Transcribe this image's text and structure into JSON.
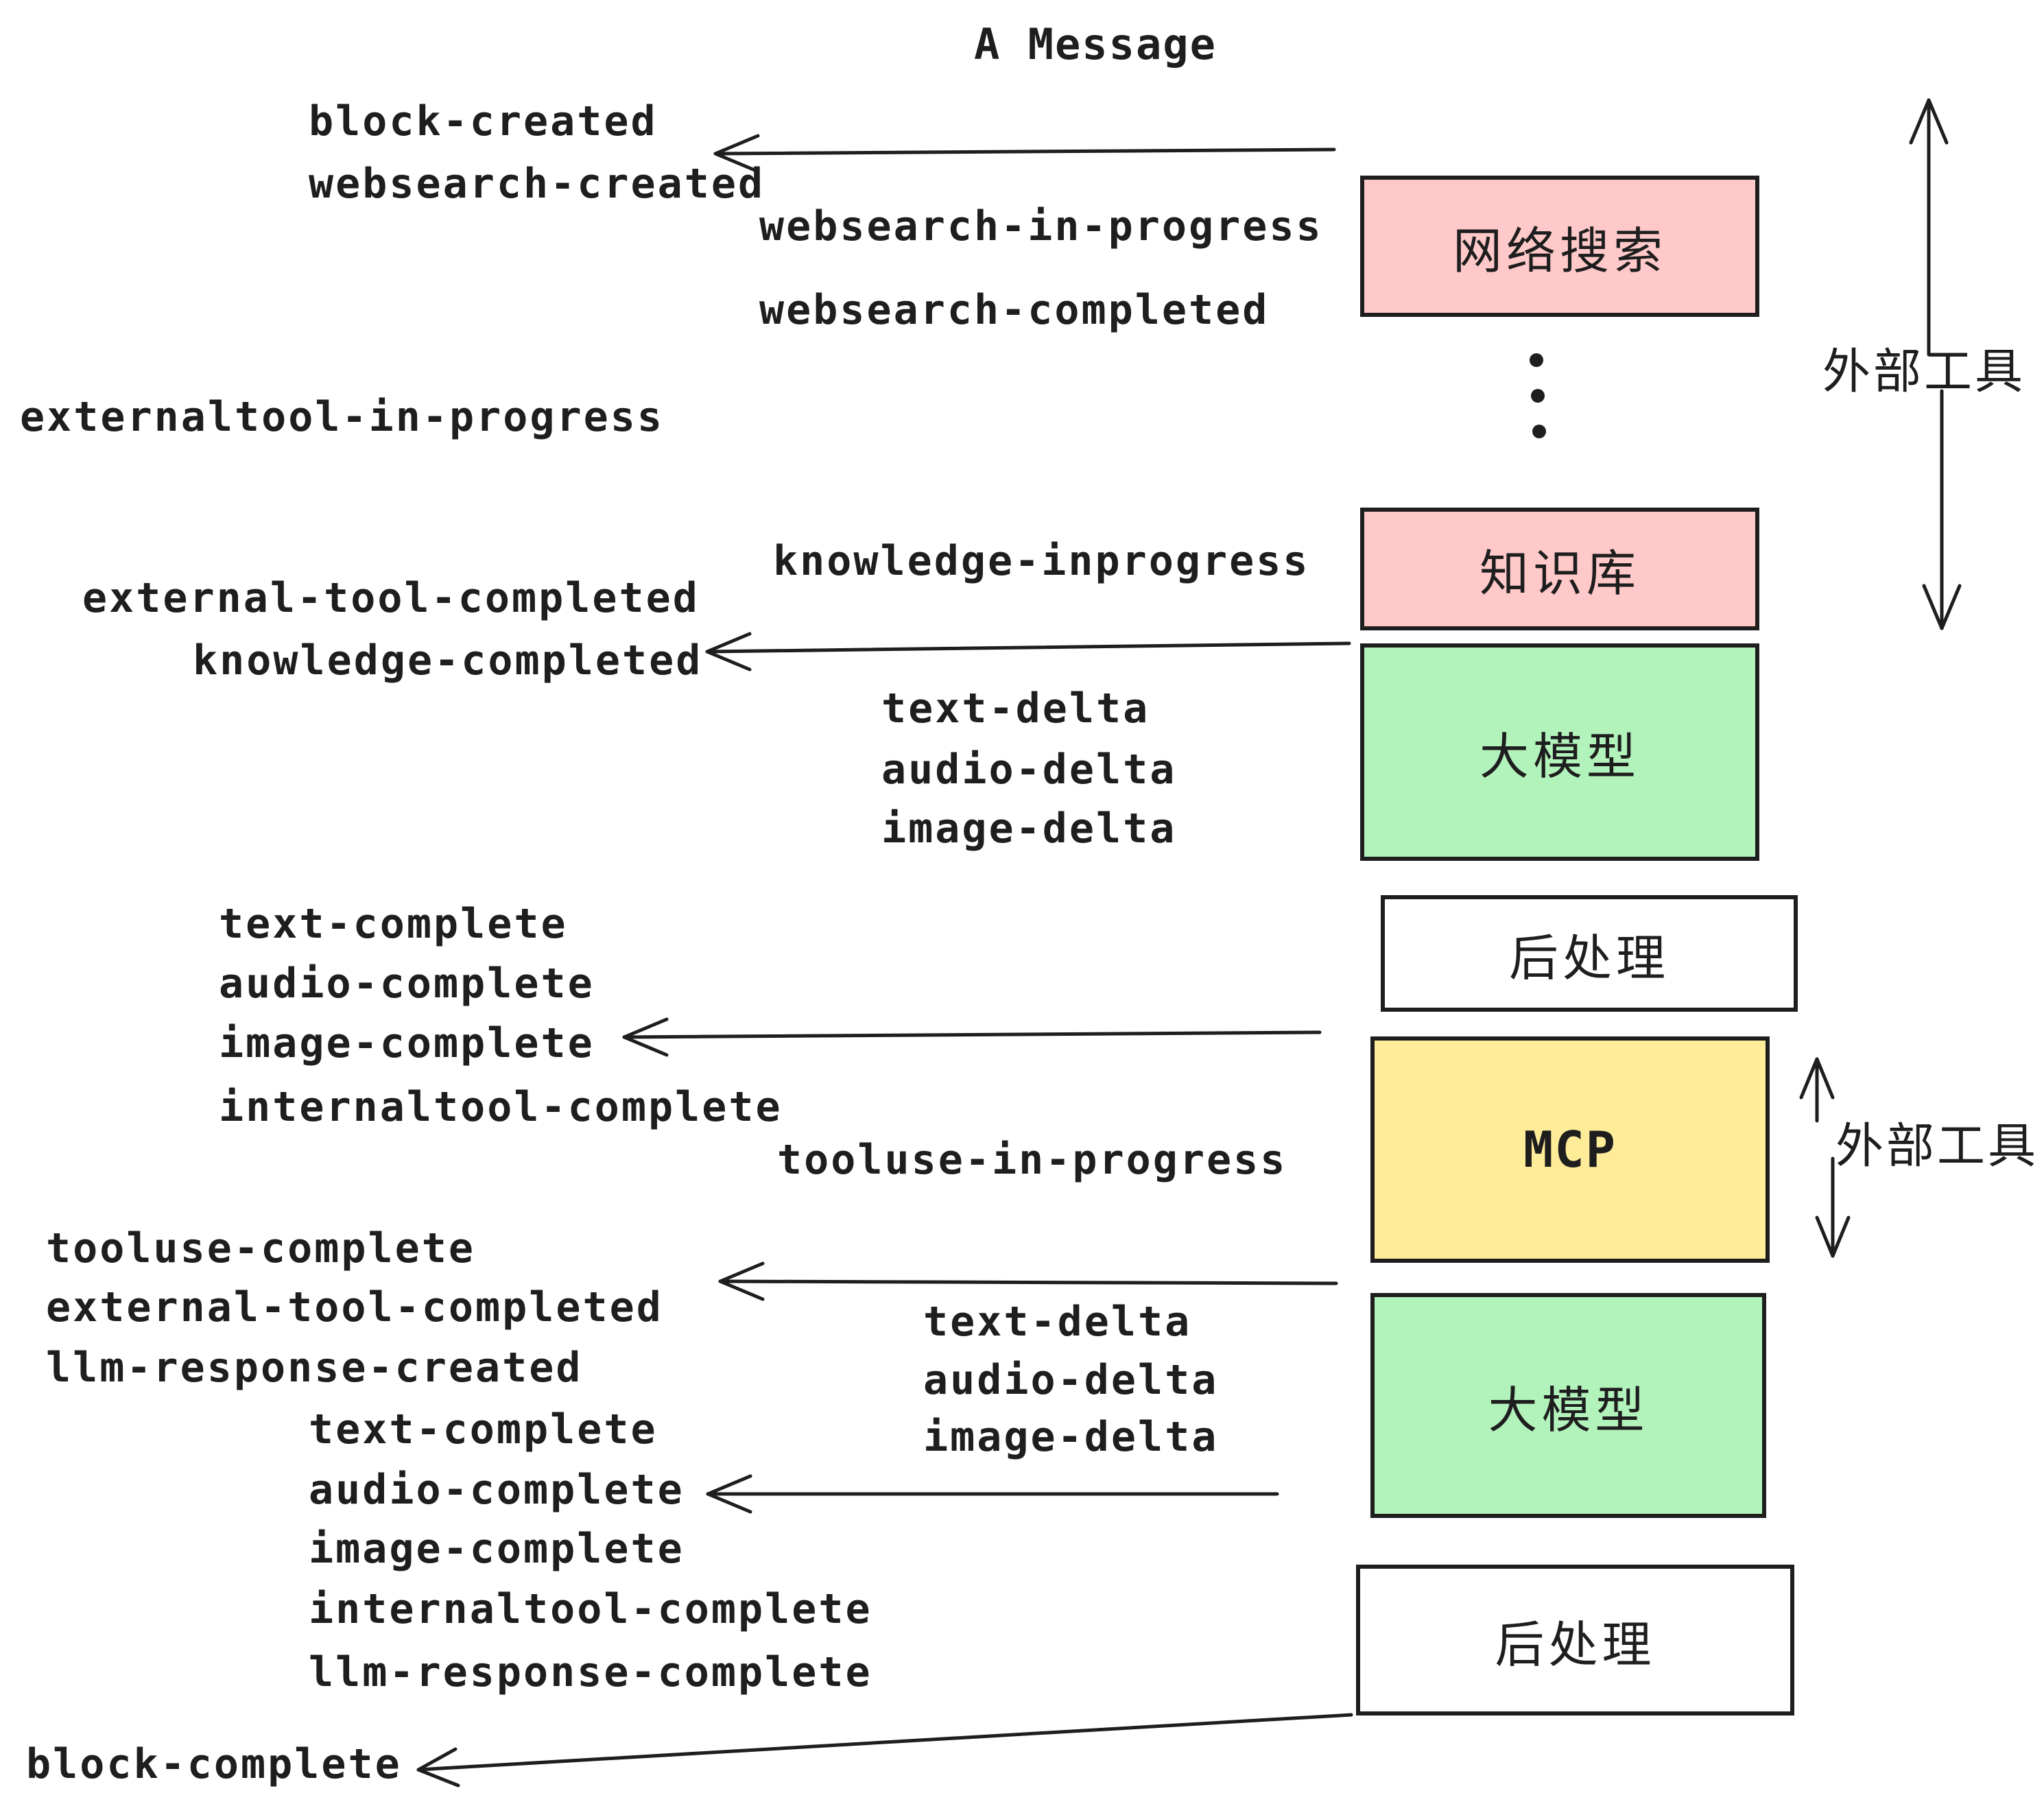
{
  "title": "A Message",
  "colors": {
    "ink": "#1e1e1e",
    "pink": "#ffc9c9",
    "green": "#b2f2bb",
    "yellow": "#ffec99",
    "white": "#ffffff"
  },
  "boxes": [
    {
      "id": "websearch",
      "label": "网络搜索",
      "fill": "#ffc9c9"
    },
    {
      "id": "knowledge",
      "label": "知识库",
      "fill": "#ffc9c9"
    },
    {
      "id": "llm-1",
      "label": "大模型",
      "fill": "#b2f2bb"
    },
    {
      "id": "post-1",
      "label": "后处理",
      "fill": "#ffffff"
    },
    {
      "id": "mcp",
      "label": "MCP",
      "fill": "#ffec99"
    },
    {
      "id": "llm-2",
      "label": "大模型",
      "fill": "#b2f2bb"
    },
    {
      "id": "post-2",
      "label": "后处理",
      "fill": "#ffffff"
    }
  ],
  "annotations": {
    "external_tools_top": "外部工具",
    "external_tools_mid": "外部工具"
  },
  "events": [
    {
      "id": "block-created",
      "text": "block-created"
    },
    {
      "id": "websearch-created",
      "text": "websearch-created"
    },
    {
      "id": "websearch-in-progress",
      "text": "websearch-in-progress"
    },
    {
      "id": "websearch-completed",
      "text": "websearch-completed"
    },
    {
      "id": "externaltool-in-progress",
      "text": "externaltool-in-progress"
    },
    {
      "id": "knowledge-inprogress",
      "text": "knowledge-inprogress"
    },
    {
      "id": "external-tool-completed-1",
      "text": "external-tool-completed"
    },
    {
      "id": "knowledge-completed",
      "text": "knowledge-completed"
    },
    {
      "id": "text-delta-1",
      "text": "text-delta"
    },
    {
      "id": "audio-delta-1",
      "text": "audio-delta"
    },
    {
      "id": "image-delta-1",
      "text": "image-delta"
    },
    {
      "id": "text-complete-1",
      "text": "text-complete"
    },
    {
      "id": "audio-complete-1",
      "text": "audio-complete"
    },
    {
      "id": "image-complete-1",
      "text": "image-complete"
    },
    {
      "id": "internaltool-complete-1",
      "text": "internaltool-complete"
    },
    {
      "id": "tooluse-in-progress",
      "text": "tooluse-in-progress"
    },
    {
      "id": "tooluse-complete",
      "text": "tooluse-complete"
    },
    {
      "id": "external-tool-completed-2",
      "text": "external-tool-completed"
    },
    {
      "id": "llm-response-created",
      "text": "llm-response-created"
    },
    {
      "id": "text-delta-2",
      "text": "text-delta"
    },
    {
      "id": "audio-delta-2",
      "text": "audio-delta"
    },
    {
      "id": "image-delta-2",
      "text": "image-delta"
    },
    {
      "id": "text-complete-2",
      "text": "text-complete"
    },
    {
      "id": "audio-complete-2",
      "text": "audio-complete"
    },
    {
      "id": "image-complete-2",
      "text": "image-complete"
    },
    {
      "id": "internaltool-complete-2",
      "text": "internaltool-complete"
    },
    {
      "id": "llm-response-complete",
      "text": "llm-response-complete"
    },
    {
      "id": "block-complete",
      "text": "block-complete"
    }
  ]
}
